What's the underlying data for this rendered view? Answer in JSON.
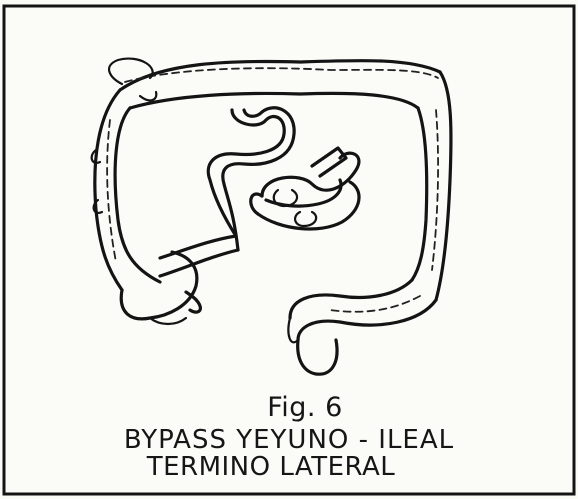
{
  "caption": {
    "figure_number": "Fig. 6",
    "title_line1": "BYPASS YEYUNO - ILEAL",
    "title_line2": "TERMINO LATERAL"
  }
}
